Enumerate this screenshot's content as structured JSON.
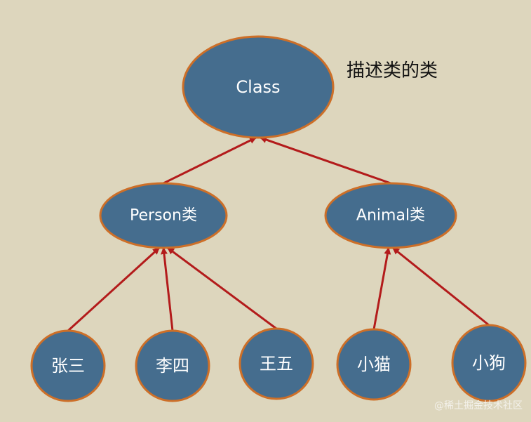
{
  "diagram": {
    "annotation": "描述类的类",
    "nodes": {
      "class": "Class",
      "person": "Person类",
      "animal": "Animal类",
      "zhangsan": "张三",
      "lisi": "李四",
      "wangwu": "王五",
      "cat": "小猫",
      "dog": "小狗"
    },
    "edges": [
      [
        "person",
        "class"
      ],
      [
        "animal",
        "class"
      ],
      [
        "zhangsan",
        "person"
      ],
      [
        "lisi",
        "person"
      ],
      [
        "wangwu",
        "person"
      ],
      [
        "cat",
        "animal"
      ],
      [
        "dog",
        "animal"
      ]
    ]
  },
  "colors": {
    "node_fill": "#456d8e",
    "node_stroke": "#cd6f28",
    "arrow": "#b31b1b",
    "background": "#ddd6bd"
  },
  "watermark": "@稀土掘金技术社区"
}
